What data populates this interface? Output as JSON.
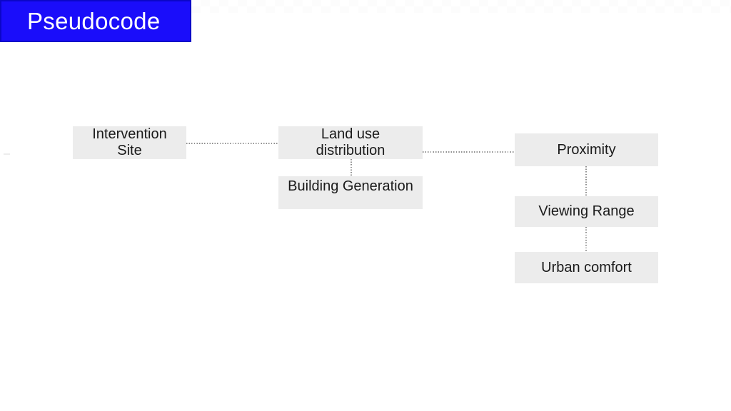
{
  "colors": {
    "title_bg": "#1a0dfa",
    "title_border": "#0b06c8",
    "title_text": "#ffffff",
    "node_bg": "#ececec",
    "node_text": "#1a1a1a",
    "connector": "#8f8f8f"
  },
  "header": {
    "title": "Pseudocode"
  },
  "diagram": {
    "nodes": [
      {
        "id": "intervention-site",
        "lines": [
          "Intervention",
          "Site"
        ]
      },
      {
        "id": "land-use-distribution",
        "lines": [
          "Land use",
          "distribution"
        ]
      },
      {
        "id": "building-generation",
        "lines": [
          "Building Generation"
        ]
      },
      {
        "id": "proximity",
        "lines": [
          "Proximity"
        ]
      },
      {
        "id": "viewing-range",
        "lines": [
          "Viewing Range"
        ]
      },
      {
        "id": "urban-comfort",
        "lines": [
          "Urban comfort"
        ]
      }
    ],
    "connections": [
      {
        "from": "intervention-site",
        "to": "land-use-distribution",
        "style": "dotted"
      },
      {
        "from": "land-use-distribution",
        "to": "proximity",
        "style": "dotted"
      },
      {
        "from": "land-use-distribution",
        "to": "building-generation",
        "style": "dotted"
      },
      {
        "from": "proximity",
        "to": "viewing-range",
        "style": "dotted"
      },
      {
        "from": "viewing-range",
        "to": "urban-comfort",
        "style": "dotted"
      }
    ]
  }
}
